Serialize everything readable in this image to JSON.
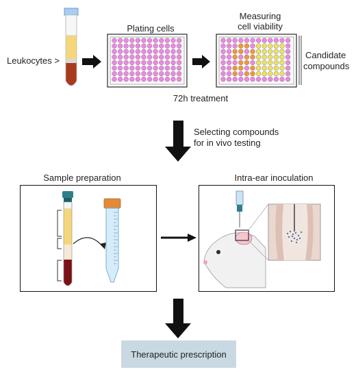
{
  "top": {
    "leukocytes_label": "Leukocytes >",
    "plating_title": "Plating cells",
    "measuring_title_line1": "Measuring",
    "measuring_title_line2": "cell viability",
    "candidate_line1": "Candidate",
    "candidate_line2": "compounds",
    "treatment_label": "72h treatment"
  },
  "middle": {
    "selecting_line1": "Selecting compounds",
    "selecting_line2": "for in vivo testing"
  },
  "panels": {
    "sample_title": "Sample preparation",
    "inoculation_title": "Intra-ear inoculation"
  },
  "bottom": {
    "final_label": "Therapeutic prescription"
  },
  "colors": {
    "well_pink": "#e98be0",
    "well_orange": "#ef9a2f",
    "well_yellow": "#e9e65a",
    "tube_plasma": "#f4d77a",
    "tube_blood": "#7a1218",
    "final_box": "#c9d9e3"
  }
}
